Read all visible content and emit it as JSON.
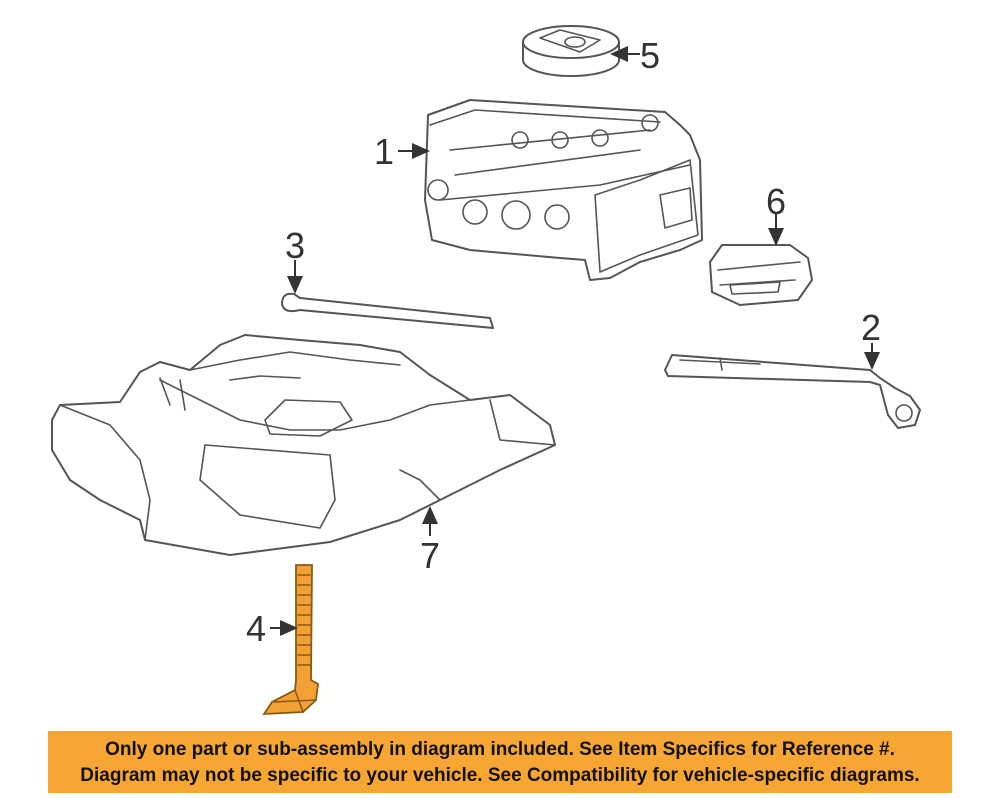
{
  "callouts": {
    "c1": "1",
    "c2": "2",
    "c3": "3",
    "c4": "4",
    "c5": "5",
    "c6": "6",
    "c7": "7"
  },
  "notice": {
    "line1": "Only one part or sub-assembly in diagram included. See Item Specifics for Reference #.",
    "line2": "Diagram may not be specific to your vehicle. See Compatibility for vehicle-specific diagrams.",
    "background": "#f7a533"
  },
  "colors": {
    "highlight_part": "#f2a234",
    "line_art": "#555555"
  }
}
